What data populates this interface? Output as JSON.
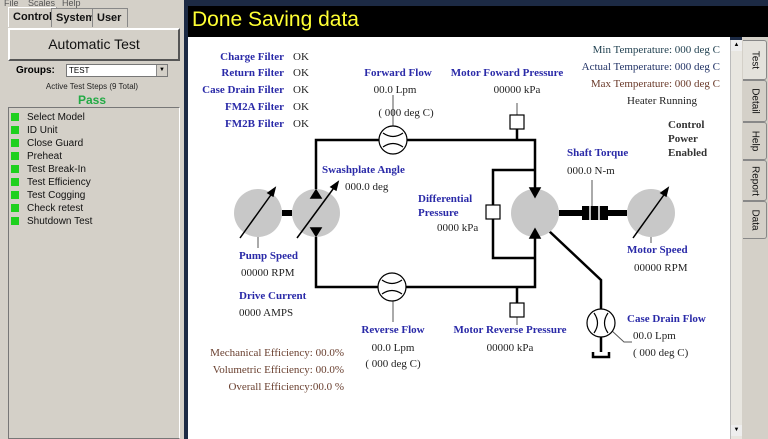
{
  "menu": [
    "File",
    "Scales",
    "Help"
  ],
  "left_panel": {
    "tabs": [
      "Control",
      "System",
      "User"
    ],
    "automatic_test_button": "Automatic Test",
    "groups_label": "Groups:",
    "groups_value": "TEST",
    "active_steps": "Active Test Steps (9 Total)",
    "status": "Pass",
    "status_color": "#22aa44",
    "led_color": "#1ed01e",
    "steps": [
      "Select Model",
      "ID Unit",
      "Close Guard",
      "Preheat",
      "Test Break-In",
      "Test Efficiency",
      "Test Cogging",
      "Check retest",
      "Shutdown Test"
    ]
  },
  "header": {
    "title": "Done Saving data"
  },
  "filters": [
    {
      "label": "Charge Filter",
      "value": "OK"
    },
    {
      "label": "Return Filter",
      "value": "OK"
    },
    {
      "label": "Case Drain Filter",
      "value": "OK"
    },
    {
      "label": "FM2A Filter",
      "value": "OK"
    },
    {
      "label": "FM2B Filter",
      "value": "OK"
    }
  ],
  "temperatures": {
    "min": "Min Temperature: 000  deg C",
    "actual": "Actual Temperature: 000  deg C",
    "max": "Max Temperature: 000  deg C",
    "heater": "Heater Running"
  },
  "control_power": [
    "Control",
    "Power",
    "Enabled"
  ],
  "forward_flow": {
    "label": "Forward Flow",
    "value": "00.0  Lpm",
    "temp": "( 000  deg C)"
  },
  "motor_forward_pressure": {
    "label": "Motor Foward Pressure",
    "value": "00000  kPa"
  },
  "swashplate": {
    "label": "Swashplate Angle",
    "value": "000.0  deg"
  },
  "differential_pressure": {
    "label1": "Differential",
    "label2": "Pressure",
    "value": "0000  kPa"
  },
  "shaft_torque": {
    "label": "Shaft Torque",
    "value": "000.0   N-m"
  },
  "pump_speed": {
    "label": "Pump Speed",
    "value": "00000  RPM"
  },
  "drive_current": {
    "label": "Drive Current",
    "value": "0000  AMPS"
  },
  "motor_speed": {
    "label": "Motor Speed",
    "value": "00000  RPM"
  },
  "reverse_flow": {
    "label": "Reverse Flow",
    "value": "00.0   Lpm",
    "temp": "( 000  deg C)"
  },
  "motor_reverse_pressure": {
    "label": "Motor Reverse Pressure",
    "value": "00000  kPa"
  },
  "case_drain_flow": {
    "label": "Case Drain Flow",
    "value": "00.0 Lpm",
    "temp": "( 000  deg C)"
  },
  "efficiency": {
    "mechanical": "Mechanical Efficiency: 00.0%",
    "volumetric": "Volumetric Efficiency: 00.0%",
    "overall": "Overall Efficiency:00.0 %"
  },
  "side_tabs": [
    "Test",
    "Detail",
    "Help",
    "Report",
    "Data"
  ]
}
